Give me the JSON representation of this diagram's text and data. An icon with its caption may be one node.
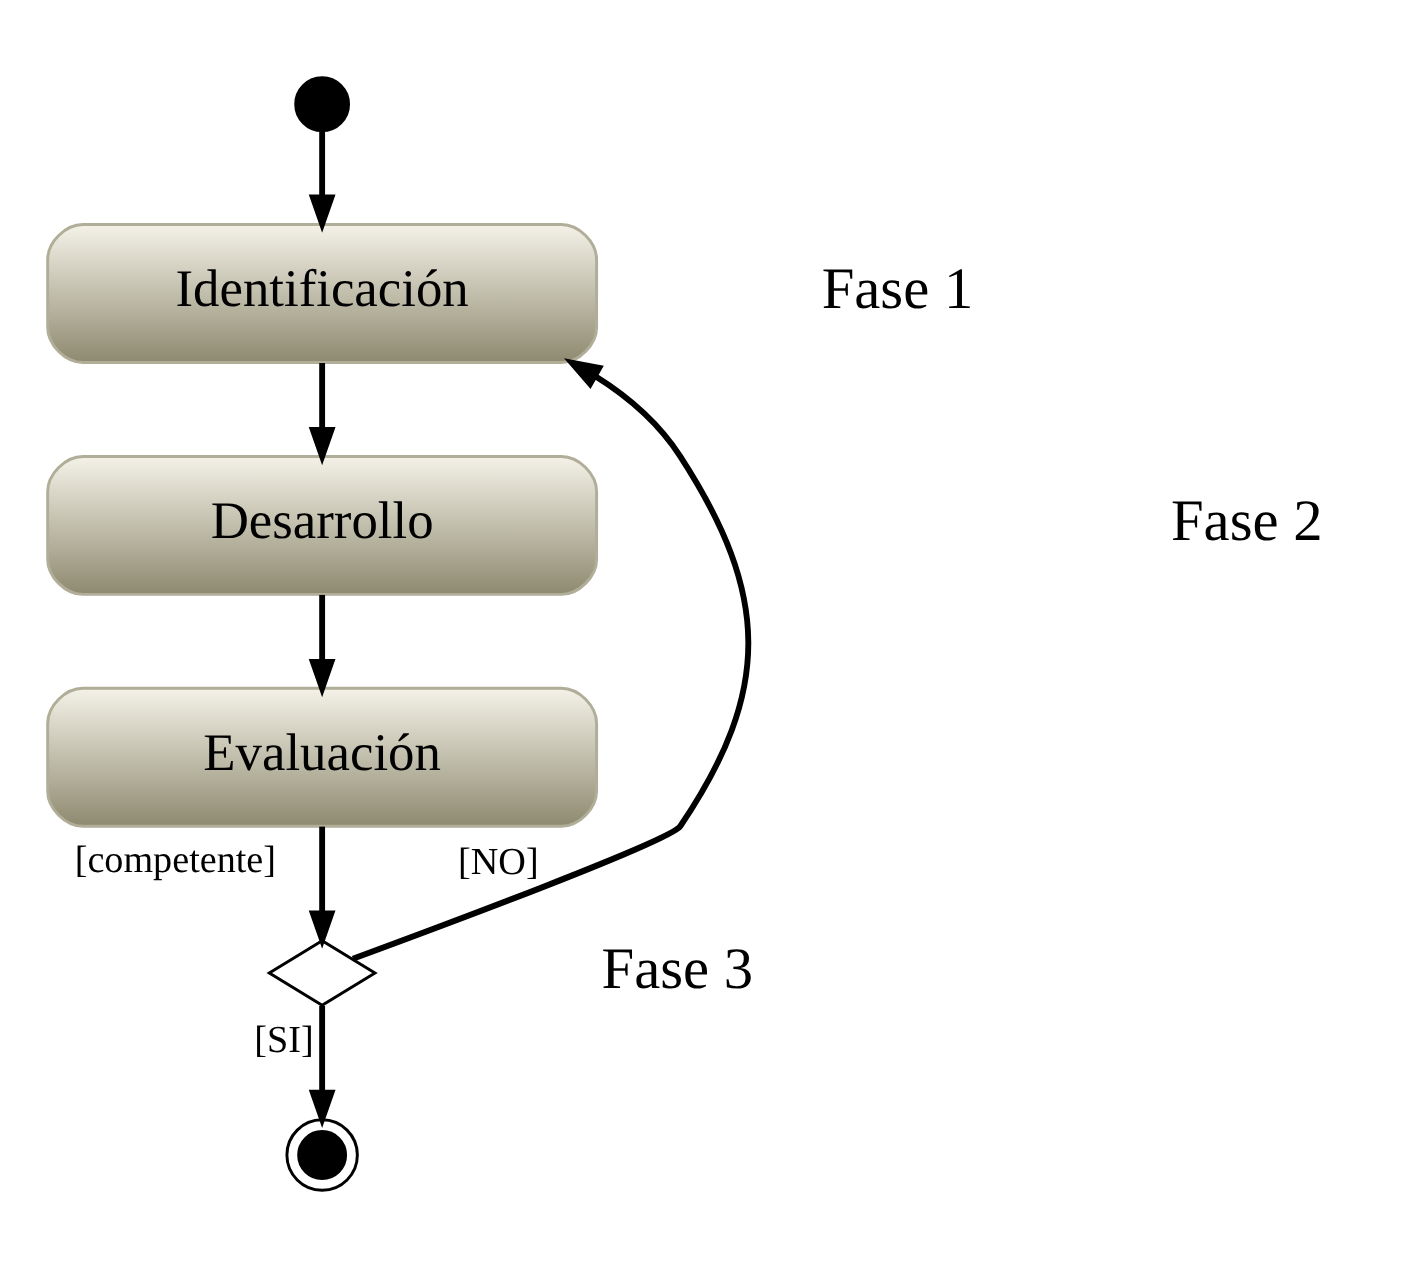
{
  "diagram": {
    "nodes": [
      {
        "text": [],
        "shape": "circle"
      },
      {
        "text": [
          "Identificación"
        ]
      },
      {
        "text": [
          "Desarrollo"
        ]
      },
      {
        "text": [
          "Evaluación"
        ]
      },
      {
        "text": [],
        "shape": "diamond"
      },
      {
        "text": [],
        "shape": "circle"
      }
    ],
    "edges": [
      {
        "from": 0,
        "to": 1,
        "arrow": "to"
      },
      {
        "from": 1,
        "to": 2,
        "arrow": "to"
      },
      {
        "from": 2,
        "to": 3,
        "arrow": "to"
      },
      {
        "from": 3,
        "to": 4,
        "arrow": "to",
        "label": "[competente]"
      },
      {
        "from": 4,
        "to": 1,
        "arrow": "to",
        "label": "[NO]"
      },
      {
        "from": 4,
        "to": 5,
        "arrow": "to",
        "label": "[SI]"
      }
    ],
    "labels": [
      "Fase 1",
      "Fase 2",
      "Fase 3"
    ]
  }
}
